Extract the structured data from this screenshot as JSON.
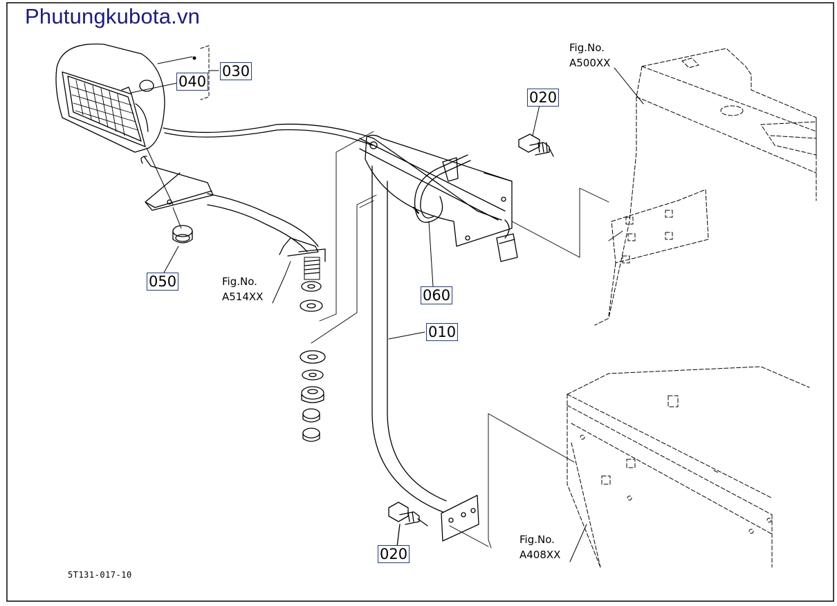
{
  "watermark": {
    "text": "Phutungkubota.vn",
    "color": "#1a1a8c"
  },
  "diagram_code": "5T131-017-10",
  "callouts": {
    "p030": "030",
    "p040": "040",
    "p050": "050",
    "p060": "060",
    "p010": "010",
    "p020_top": "020",
    "p020_bottom": "020"
  },
  "figure_refs": {
    "a500": {
      "label": "Fig.No.",
      "code": "A500XX"
    },
    "a514": {
      "label": "Fig.No.",
      "code": "A514XX"
    },
    "a408": {
      "label": "Fig.No.",
      "code": "A408XX"
    }
  },
  "colors": {
    "callout_border": "#1a3a8a",
    "line": "#000000"
  }
}
